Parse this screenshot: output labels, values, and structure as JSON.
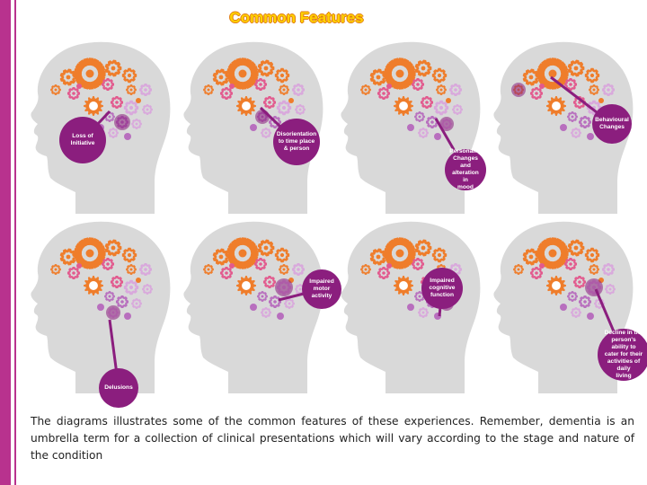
{
  "title": "Common Features",
  "features": [
    {
      "label": "Loss of\nInitiative"
    },
    {
      "label": "Disorientation\nto time place\n& person"
    },
    {
      "label": "Personality\nChanges and\nalteration in\nmood"
    },
    {
      "label": "Behavioural\nChanges"
    },
    {
      "label": "Delusions"
    },
    {
      "label": "Impaired\nmotor\nactivity"
    },
    {
      "label": "Impaired\ncognitive\nfunction"
    },
    {
      "label": "Decline in the\nperson's ability to\ncater for their\nactivities of daily\nliving"
    }
  ],
  "caption": "The diagrams illustrates some of the common features of these experiences. Remember, dementia is an umbrella term for a collection of clinical presentations which will vary according to the stage and nature of the condition",
  "colors": {
    "accent": "#b8328e",
    "bubble": "#8b1e7e",
    "gear_orange": "#ef7d2b",
    "gear_pink": "#e25a8e",
    "gear_purple": "#b86fbe",
    "gear_lilac": "#d9a8dc",
    "head": "#d9d9d9"
  }
}
